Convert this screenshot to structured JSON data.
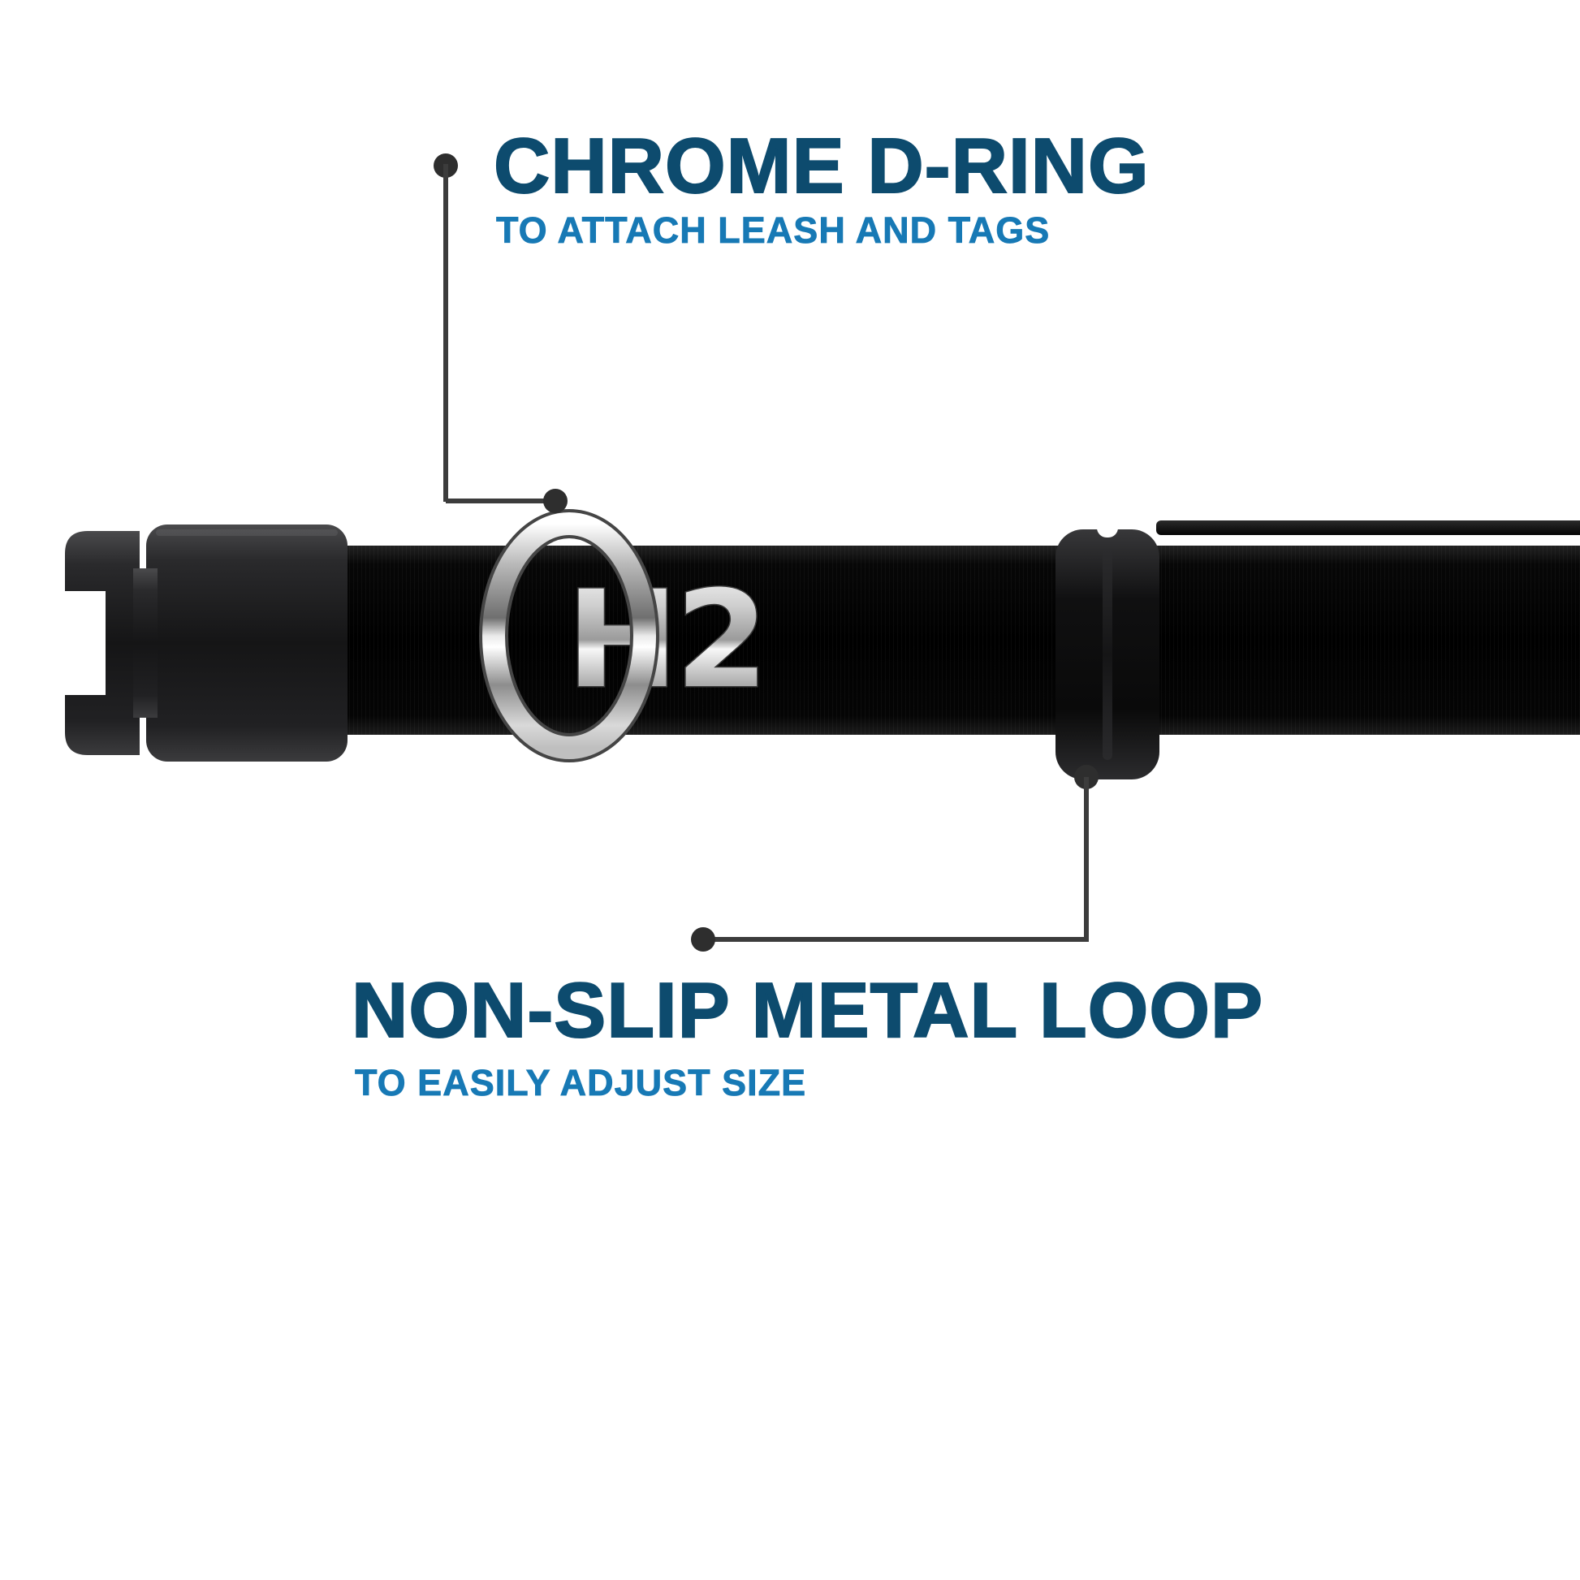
{
  "callouts": {
    "top": {
      "title": "CHROME D-RING",
      "subtitle": "TO ATTACH LEASH AND TAGS"
    },
    "bottom": {
      "title": "NON-SLIP METAL LOOP",
      "subtitle": "TO EASILY ADJUST SIZE"
    }
  },
  "product": {
    "logo": "H2"
  },
  "colors": {
    "title_navy": "#0d4b6e",
    "subtitle_blue": "#1779b5",
    "callout_line": "#3c3c3c",
    "strap_black": "#050505",
    "chrome_light": "#f5f5f5",
    "chrome_dark": "#7e7e7e"
  }
}
